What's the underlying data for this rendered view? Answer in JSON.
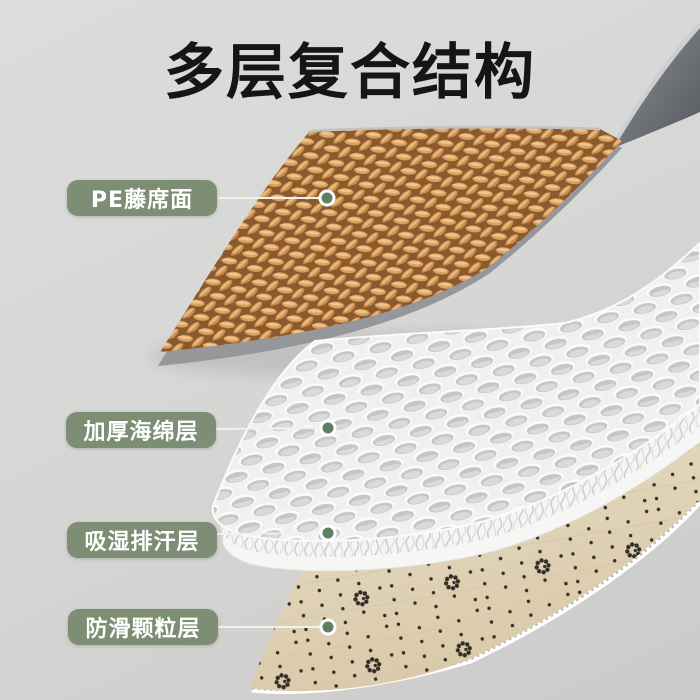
{
  "title": {
    "text": "多层复合结构"
  },
  "callouts": [
    {
      "label": "PE藤席面",
      "layer": "pe-rattan-surface"
    },
    {
      "label": "加厚海绵层",
      "layer": "thick-sponge-layer"
    },
    {
      "label": "吸湿排汗层",
      "layer": "moisture-wicking-layer"
    },
    {
      "label": "防滑颗粒层",
      "layer": "anti-slip-particle-layer"
    }
  ],
  "colors": {
    "title_text": "#151515",
    "label_bg": "#7d8e74",
    "label_text": "#ffffff",
    "marker_green": "#5f7f62",
    "leader_line": "#f0f0ee",
    "rattan_base": "#cf9457",
    "rattan_gap": "#8a5a2e",
    "sponge_white": "#f0f0ef",
    "sponge_hole": "#c6c6c5",
    "bottom_beige": "#e3d6bc",
    "particle_dot": "#332d26",
    "mat_edge_gray": "#6b6f73",
    "background_gray": "#d7d7d5"
  }
}
